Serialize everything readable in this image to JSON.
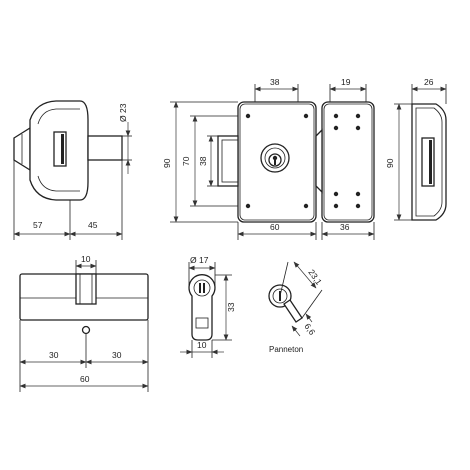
{
  "dimensions": {
    "side_diameter": "Ø 23",
    "side_left": "57",
    "side_right": "45",
    "front_top": "38",
    "front_height": "90",
    "front_inner": "70",
    "front_cyl": "38",
    "front_width": "60",
    "back_top": "19",
    "back_width": "36",
    "end_top": "26",
    "end_height": "90",
    "cyl_cam": "10",
    "cyl_left": "30",
    "cyl_right": "30",
    "cyl_total": "60",
    "profile_dia": "Ø 17",
    "profile_height": "33",
    "profile_width": "10",
    "cam_radius": "23,1",
    "cam_width": "6,6"
  },
  "labels": {
    "panneton": "Panneton"
  }
}
